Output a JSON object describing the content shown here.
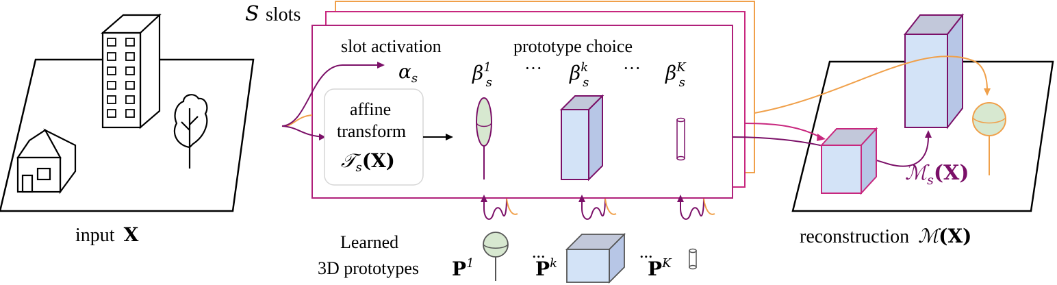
{
  "header": {
    "slots_var": "S",
    "slots_word": "slots"
  },
  "input": {
    "label_word": "input",
    "label_var": "X"
  },
  "slot_panel": {
    "slot_activation": "slot activation",
    "alpha": "α",
    "alpha_sub": "s",
    "transform_line1": "affine",
    "transform_line2": "transform",
    "transform_symbol": "𝒯",
    "transform_sub": "s",
    "transform_arg": "(X)",
    "prototype_choice": "prototype choice",
    "beta": "β",
    "beta_sub": "s",
    "beta_sups": [
      "1",
      "k",
      "K"
    ],
    "dots": "···"
  },
  "prototypes": {
    "caption_line1": "Learned",
    "caption_line2": "3D prototypes",
    "symbol": "P",
    "sups": [
      "1",
      "k",
      "K"
    ],
    "dots": "..."
  },
  "output": {
    "mask_symbol": "ℳ",
    "mask_sub": "s",
    "mask_arg": "(X)",
    "label_word": "reconstruction",
    "label_symbol": "ℳ",
    "label_arg": "(X)"
  },
  "colors": {
    "orange": "#f0a04a",
    "purple": "#7b1068",
    "magenta": "#c8277e",
    "blue_face": "#d3e3f7",
    "blue_top": "#c2c8da",
    "green": "#d7e8d0"
  }
}
